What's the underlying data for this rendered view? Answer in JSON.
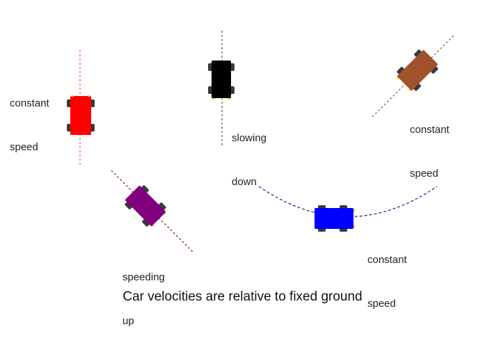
{
  "cars": [
    {
      "id": "red",
      "color": "#ff0000",
      "label_lines": [
        "constant",
        "speed"
      ],
      "path": "straight-vertical"
    },
    {
      "id": "black",
      "color": "#000000",
      "label_lines": [
        "slowing",
        "down"
      ],
      "path": "straight-vertical"
    },
    {
      "id": "brown",
      "color": "#a0522d",
      "label_lines": [
        "constant",
        "speed"
      ],
      "path": "straight-diagonal"
    },
    {
      "id": "purple",
      "color": "#800080",
      "label_lines": [
        "speeding",
        "up"
      ],
      "path": "straight-diagonal"
    },
    {
      "id": "blue",
      "color": "#0000ff",
      "label_lines": [
        "constant",
        "speed"
      ],
      "path": "curved-arc"
    }
  ],
  "colors": {
    "wheel": "#3a3a3a",
    "headlight": "#ffd700"
  },
  "caption": "Car velocities are relative to fixed ground"
}
